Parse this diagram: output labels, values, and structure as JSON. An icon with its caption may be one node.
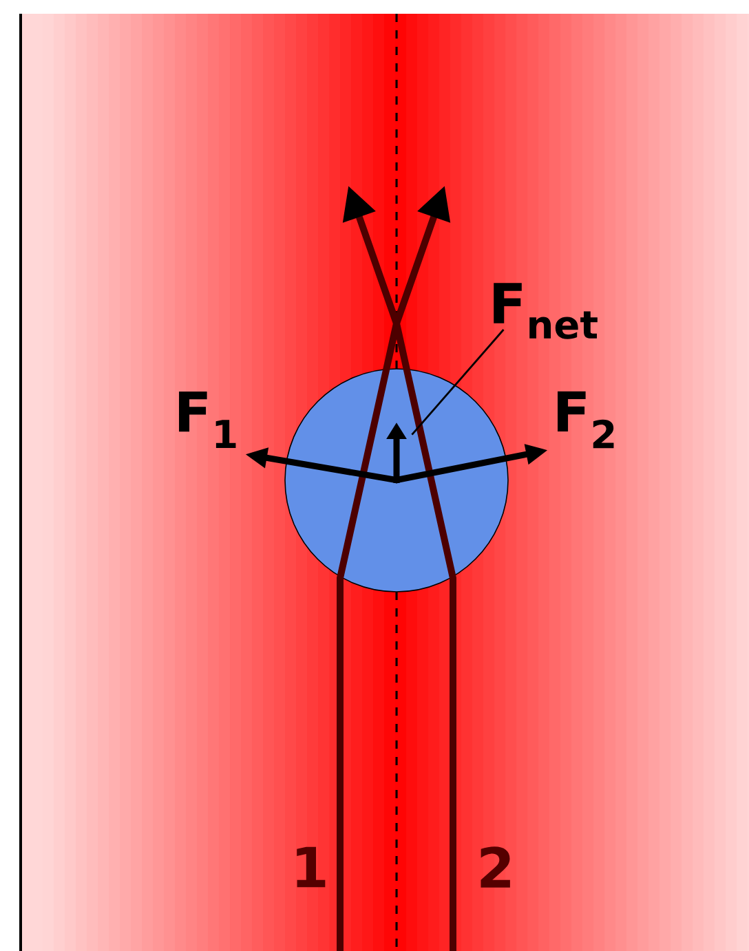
{
  "diagram": {
    "nodes": [
      {
        "text": [
          "F$_{net}$"
        ]
      },
      {
        "text": [],
        "shape": "arrow"
      }
    ],
    "edges": [
      {
        "from": 0,
        "to": 1,
        "arrow": "none"
      }
    ],
    "labels": [
      "F$_{1}$",
      "F$_{2}$",
      "1",
      "2"
    ]
  }
}
